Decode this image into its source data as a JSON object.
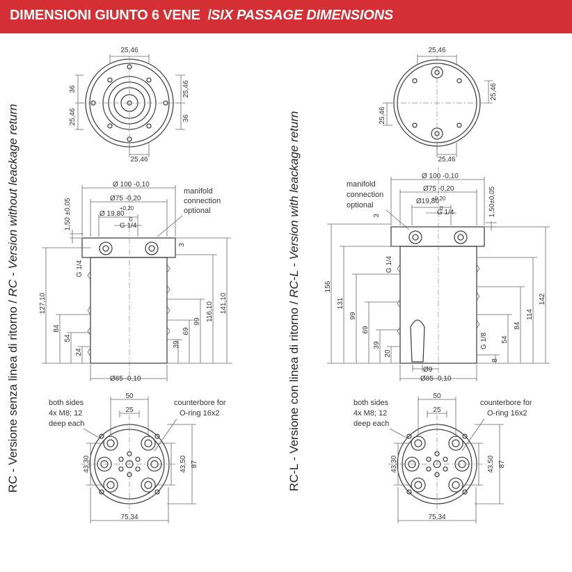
{
  "header": {
    "title_it": "DIMENSIONI GIUNTO 6 VENE",
    "separator": "/",
    "title_en": "SIX PASSAGE DIMENSIONS"
  },
  "colors": {
    "header_bg": "#d32f34",
    "header_text": "#ffffff",
    "line": "#444444"
  },
  "left": {
    "side_label_it": "RC - Versione senza linea di ritorno / ",
    "side_label_en": "RC - Version without leackage return",
    "top_view": {
      "d_top": "25,46",
      "d_bottom": "25,46",
      "d_left_a": "36",
      "d_left_b": "25,46",
      "d_right_a": "25,46",
      "d_right_b": "36"
    },
    "side_view": {
      "d100": "Ø 100",
      "d100_tol": "-0,10",
      "d75": "Ø75",
      "d75_tol": "-0,20",
      "d1980": "Ø 19,80",
      "d1980_tol_up": "+0,20",
      "d1980_tol_dn": "0",
      "g14_top": "G 1/4",
      "g14_side": "G 1/4",
      "h150": "1,50 ±0,05",
      "h3": "3",
      "manifold_1": "manifold",
      "manifold_2": "connection",
      "manifold_3": "optional",
      "left_dims": [
        "127,10",
        "84",
        "54",
        "24"
      ],
      "right_dims": [
        "39",
        "69",
        "99",
        "116,10",
        "141,10"
      ],
      "d85": "Ø85",
      "d85_tol": "-0,10"
    },
    "bottom_view": {
      "d50": "50",
      "d25": "25",
      "d4330": "43,30",
      "d4350": "43,50",
      "d87": "87",
      "d7534": "75,34",
      "note_l1": "both sides",
      "note_l2": "4x M8; 12",
      "note_l3": "deep each",
      "note_r1": "counterbore for",
      "note_r2": "O-ring 16x2"
    }
  },
  "right": {
    "side_label_it": "RC-L - Versione con linea di ritorno / ",
    "side_label_en": "RC-L - Version with leackage return",
    "top_view": {
      "d_top": "25,46",
      "d_bottom": "25,46",
      "d_left": "25,46",
      "d_right": "25,46"
    },
    "side_view": {
      "d100": "Ø 100",
      "d100_tol": "-0,10",
      "d75": "Ø75",
      "d75_tol": "-0,20",
      "d1980": "Ø19,80",
      "d1980_tol_up": "+0,20",
      "d1980_tol_dn": "0",
      "g14_top": "G 1/4",
      "g14_side": "G 1/4",
      "g18": "G 1/8",
      "h150": "1,50±0,05",
      "h3": "3",
      "manifold_1": "manifold",
      "manifold_2": "connection",
      "manifold_3": "optional",
      "left_dims": [
        "156",
        "131",
        "99",
        "69",
        "39",
        "20"
      ],
      "right_dims": [
        "8",
        "54",
        "84",
        "114",
        "142"
      ],
      "d9": "Ø9",
      "d85": "Ø85",
      "d85_tol": "-0,10"
    },
    "bottom_view": {
      "d50": "50",
      "d25": "25",
      "d4330": "43,30",
      "d4350": "43,50",
      "d87": "87",
      "d7534": "75,34",
      "note_l1": "both sides",
      "note_l2": "4x M8; 12",
      "note_l3": "deep each",
      "note_r1": "counterbore for",
      "note_r2": "O-ring 16x2"
    }
  }
}
